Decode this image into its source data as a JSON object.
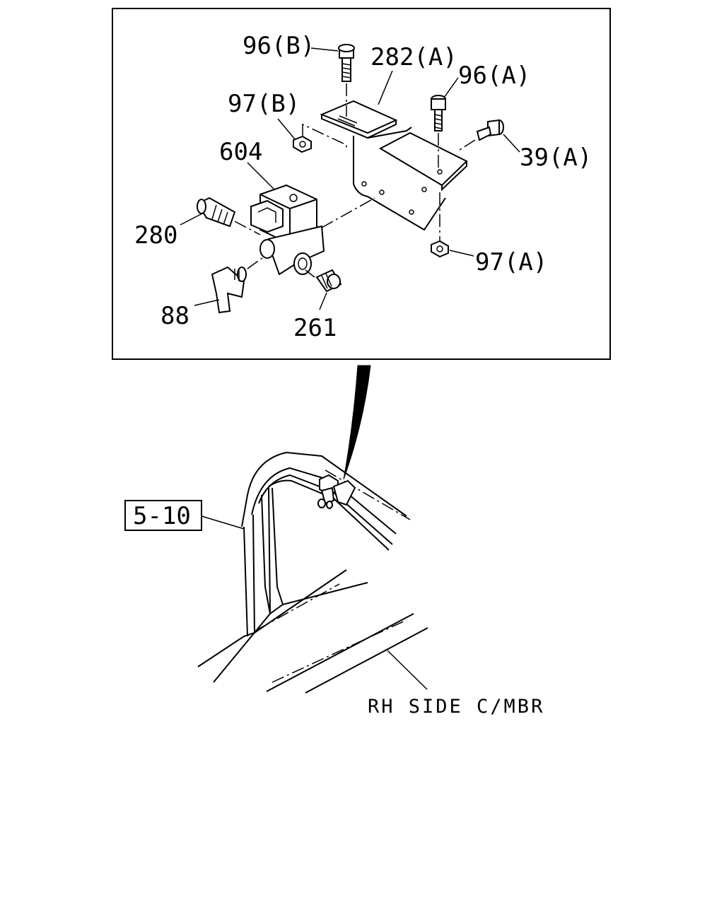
{
  "callouts": {
    "c96b": "96(B)",
    "c282a": "282(A)",
    "c96a": "96(A)",
    "c97b": "97(B)",
    "c39a": "39(A)",
    "c604": "604",
    "c280": "280",
    "c97a": "97(A)",
    "c88": "88",
    "c261": "261"
  },
  "reference_box": "5-10",
  "frame_label": "RH SIDE C/MBR"
}
